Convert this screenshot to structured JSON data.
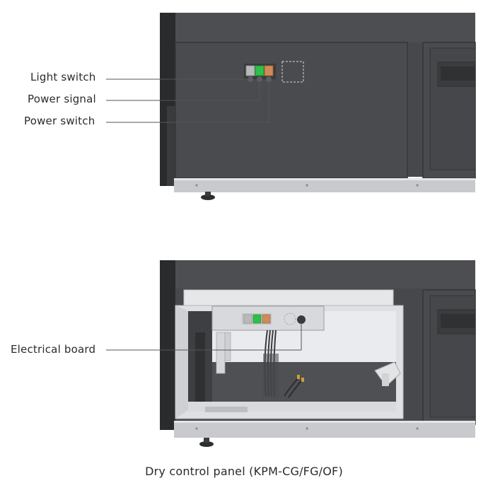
{
  "top_view": {
    "callouts": {
      "light_switch": "Light switch",
      "power_signal": "Power signal",
      "power_switch": "Power switch"
    }
  },
  "bottom_view": {
    "callouts": {
      "electrical_board": "Electrical board"
    }
  },
  "caption": "Dry control panel (KPM-CG/FG/OF)",
  "colors": {
    "cabinet": "#48494c",
    "panel_edge": "#2c2d2f",
    "power_signal_led": "#2fbf4a",
    "power_switch_button": "#cf8a5a",
    "light_switch_button": "#b9b9b9"
  }
}
